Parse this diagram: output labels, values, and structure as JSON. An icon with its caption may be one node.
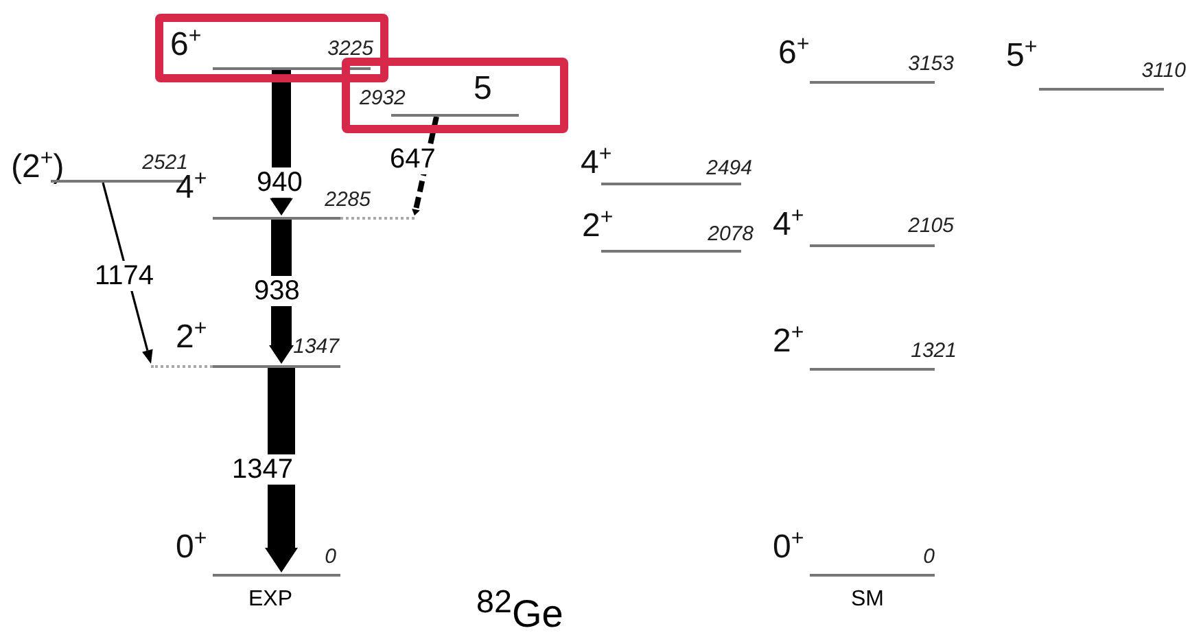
{
  "diagram": {
    "nodes": [
      {
        "text": [],
        "shape": "box"
      },
      {
        "text": [
          "6$^{+}$",
          "3225"
        ],
        "in": 0
      },
      {
        "text": [],
        "shape": "box"
      },
      {
        "text": [
          "2932",
          "5"
        ],
        "in": 2
      },
      {
        "text": [
          "(2$^{+}$)",
          "2521"
        ]
      },
      {
        "text": [
          "4$^{+}$",
          "2285"
        ]
      },
      {
        "text": [
          "2$^{+}$",
          "1347"
        ]
      },
      {
        "text": [
          "0$^{+}$",
          "0"
        ]
      },
      {
        "text": [
          "4$^{+}$",
          "2494"
        ]
      },
      {
        "text": [
          "2$^{+}$",
          "2078"
        ]
      },
      {
        "text": [
          "6$^{+}$",
          "3153"
        ]
      },
      {
        "text": [
          "5$^{+}$",
          "3110"
        ]
      },
      {
        "text": [
          "4$^{+}$",
          "2105"
        ]
      },
      {
        "text": [
          "2$^{+}$",
          "1321"
        ]
      },
      {
        "text": [
          "0$^{+}$",
          "0"
        ]
      }
    ],
    "edges": [
      {
        "from": 1,
        "to": 5,
        "arrow": "to",
        "label": "940"
      },
      {
        "from": 3,
        "to": 5,
        "arrow": "to",
        "label": "647",
        "style": "dashed"
      },
      {
        "from": 4,
        "to": 6,
        "arrow": "to",
        "label": "1174"
      },
      {
        "from": 5,
        "to": 6,
        "arrow": "to",
        "label": "938"
      },
      {
        "from": 6,
        "to": 7,
        "arrow": "to",
        "label": "1347"
      }
    ],
    "labels": [
      "EXP",
      "$^{82}$Ge",
      "SM"
    ]
  }
}
